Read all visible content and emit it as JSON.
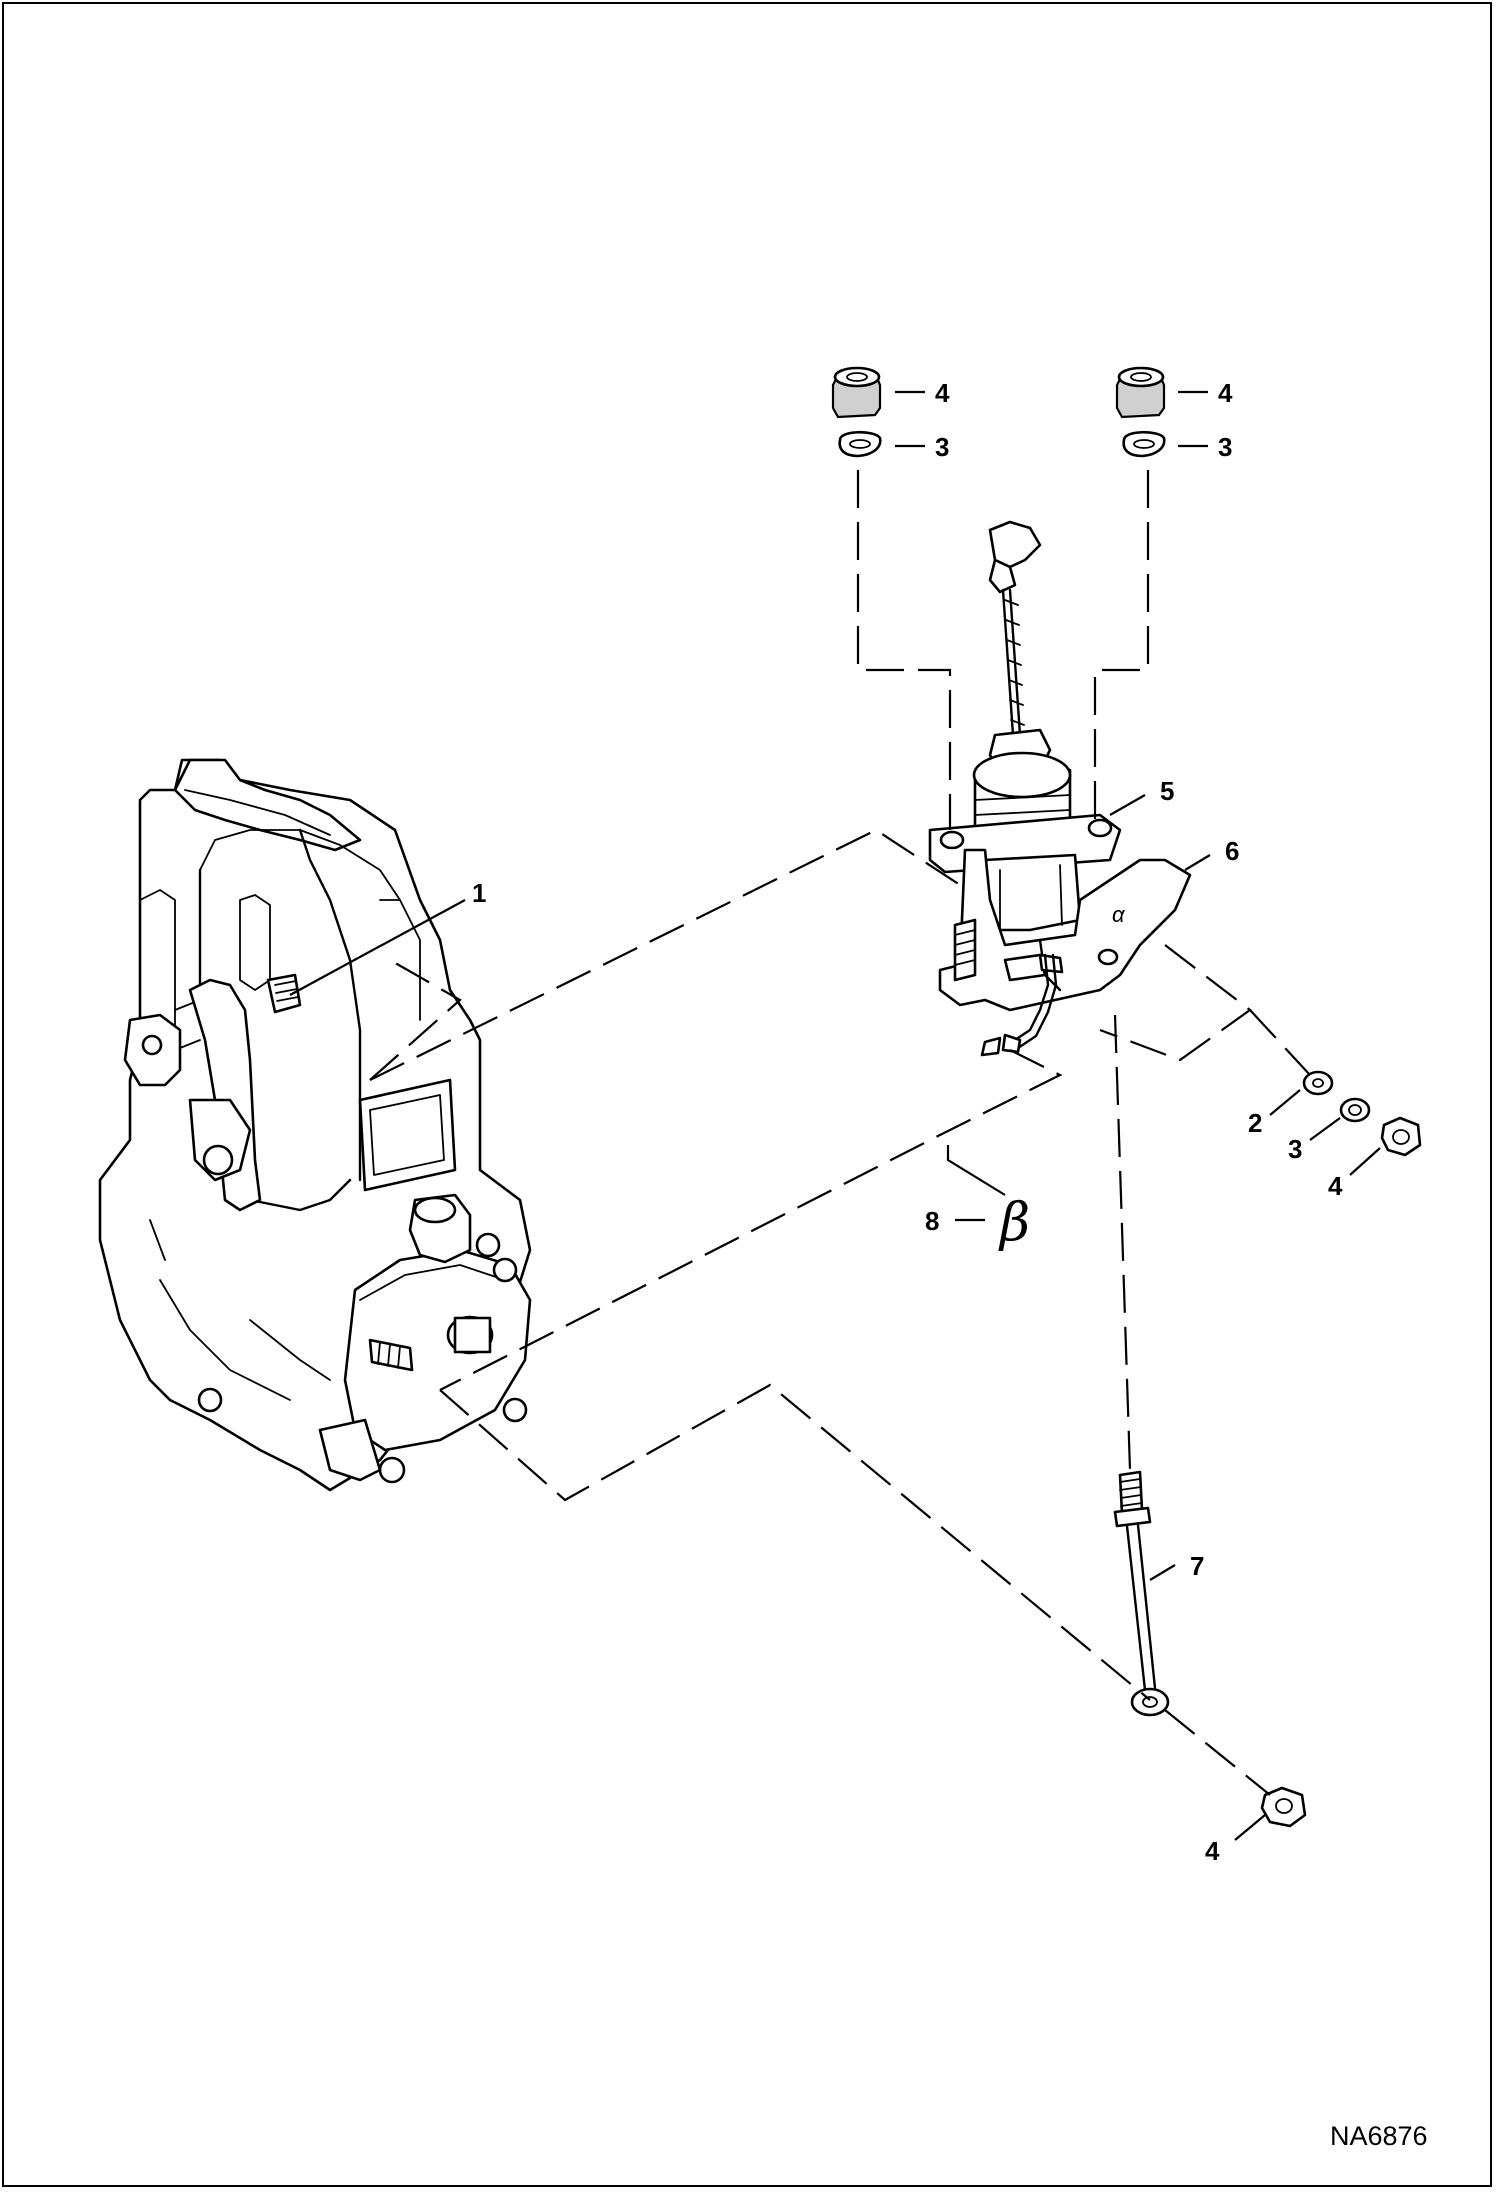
{
  "drawing_code": "NA6876",
  "callouts": [
    {
      "id": "c4a",
      "text": "4"
    },
    {
      "id": "c3a",
      "text": "3"
    },
    {
      "id": "c4b",
      "text": "4"
    },
    {
      "id": "c3b",
      "text": "3"
    },
    {
      "id": "c5",
      "text": "5"
    },
    {
      "id": "c6",
      "text": "6"
    },
    {
      "id": "c1",
      "text": "1"
    },
    {
      "id": "c2",
      "text": "2"
    },
    {
      "id": "c3c",
      "text": "3"
    },
    {
      "id": "c4c",
      "text": "4"
    },
    {
      "id": "c8",
      "text": "8"
    },
    {
      "id": "c7",
      "text": "7"
    },
    {
      "id": "c4d",
      "text": "4"
    }
  ],
  "marks": {
    "alpha": "α",
    "beta": "β"
  }
}
